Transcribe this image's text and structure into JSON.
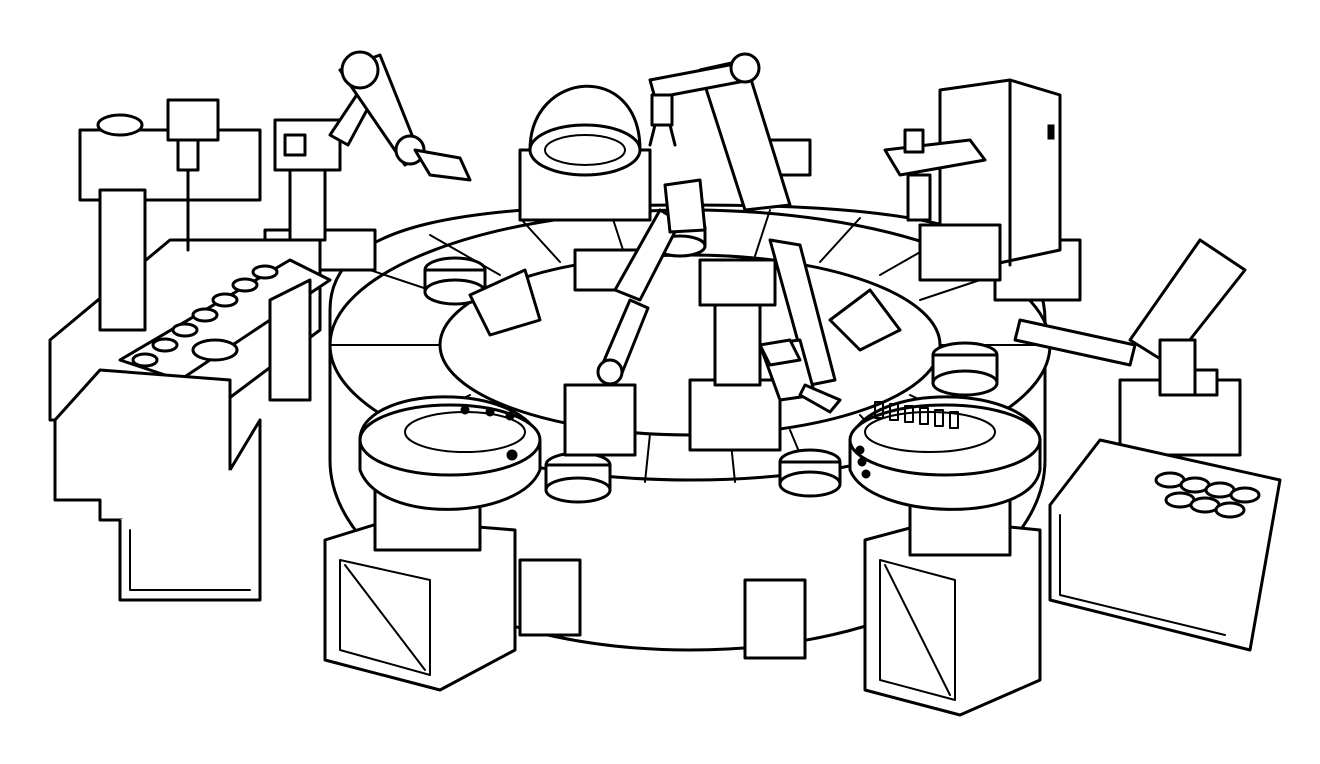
{
  "diagram": {
    "colors": {
      "ink": "#000000",
      "paper": "#ffffff"
    },
    "components": [
      "rotary-indexing-table",
      "central-robot-arm-left",
      "central-robot-arm-center",
      "central-robot-arm-right",
      "overhead-robot-arm-left",
      "overhead-robot-arm-rear",
      "vibratory-bowl-feeder-left",
      "vibratory-bowl-feeder-right",
      "press-station-left",
      "press-station-right",
      "linear-conveyor-left",
      "chute-station-right",
      "parts-tray-right",
      "domed-inspection-station"
    ]
  }
}
